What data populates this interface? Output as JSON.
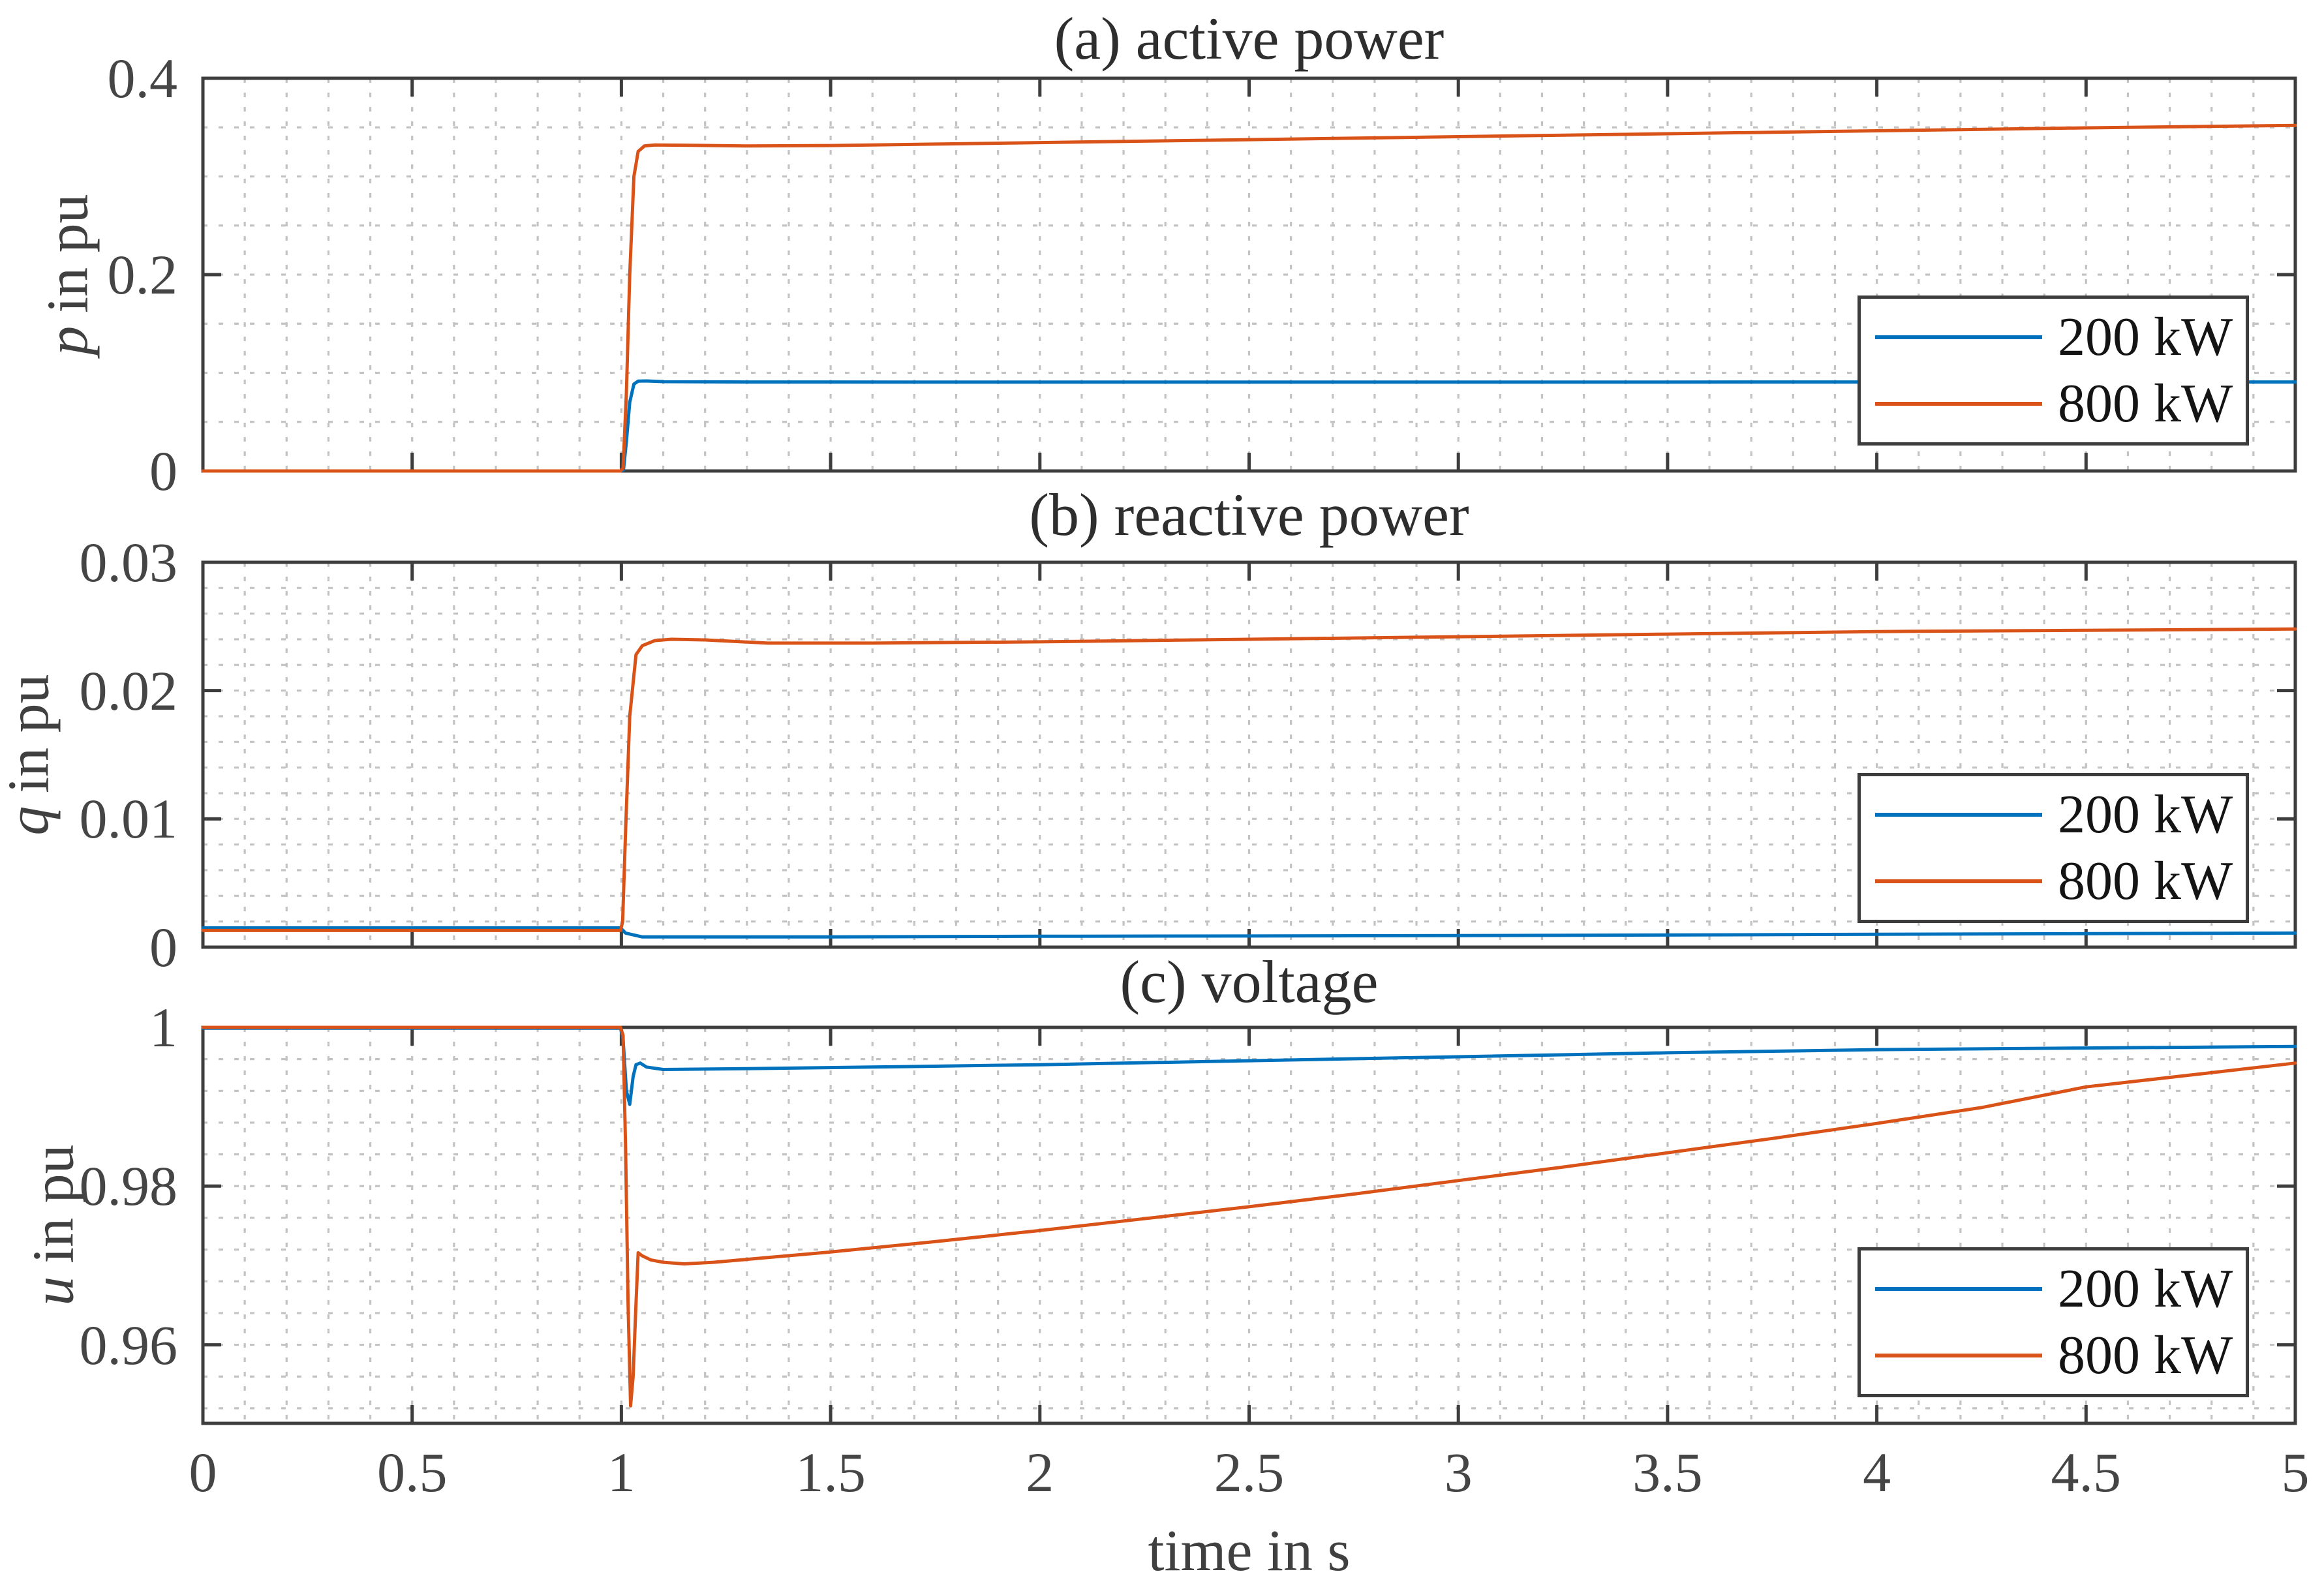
{
  "figure": {
    "xlabel": "time in s",
    "background": "#ffffff",
    "axis_color": "#3d3d3d",
    "grid_color": "#c3c3c3",
    "legend": {
      "position": "bottom-right-of-each-subplot",
      "entries": [
        {
          "label": "200 kW",
          "color": "#0072bd"
        },
        {
          "label": "800 kW",
          "color": "#d95319"
        }
      ]
    },
    "xtick_labels": [
      "0",
      "0.5",
      "1",
      "1.5",
      "2",
      "2.5",
      "3",
      "3.5",
      "4",
      "4.5",
      "5"
    ]
  },
  "chart_data": [
    {
      "id": "a",
      "type": "line",
      "title": "(a) active power",
      "ylabel": {
        "var": "p",
        "unit": "in pu"
      },
      "xlim": [
        0,
        5
      ],
      "ylim": [
        0,
        0.4
      ],
      "yticks": [
        {
          "value": 0,
          "label": "0"
        },
        {
          "value": 0.2,
          "label": "0.2"
        },
        {
          "value": 0.4,
          "label": "0.4"
        }
      ],
      "xticks": [
        0,
        0.5,
        1,
        1.5,
        2,
        2.5,
        3,
        3.5,
        4,
        4.5,
        5
      ],
      "grid": {
        "style": "dotted",
        "x_minor": 0.1,
        "y_minor": 0.05
      },
      "legend_visible": true,
      "series": [
        {
          "name": "200 kW",
          "color": "#0072bd",
          "points": [
            [
              0,
              0
            ],
            [
              0.5,
              0
            ],
            [
              0.998,
              0
            ],
            [
              1.005,
              0.001
            ],
            [
              1.012,
              0.03
            ],
            [
              1.02,
              0.07
            ],
            [
              1.03,
              0.0885
            ],
            [
              1.04,
              0.0915
            ],
            [
              1.06,
              0.0917
            ],
            [
              1.1,
              0.091
            ],
            [
              1.3,
              0.0906
            ],
            [
              2,
              0.0905
            ],
            [
              3,
              0.0905
            ],
            [
              4,
              0.0906
            ],
            [
              5,
              0.0906
            ]
          ]
        },
        {
          "name": "800 kW",
          "color": "#d95319",
          "points": [
            [
              0,
              0
            ],
            [
              0.5,
              0
            ],
            [
              0.998,
              0
            ],
            [
              1.004,
              0.003
            ],
            [
              1.012,
              0.08
            ],
            [
              1.02,
              0.2
            ],
            [
              1.03,
              0.3
            ],
            [
              1.04,
              0.3255
            ],
            [
              1.055,
              0.331
            ],
            [
              1.08,
              0.332
            ],
            [
              1.15,
              0.3318
            ],
            [
              1.3,
              0.331
            ],
            [
              1.5,
              0.3315
            ],
            [
              2,
              0.3345
            ],
            [
              2.5,
              0.3375
            ],
            [
              3,
              0.3405
            ],
            [
              3.5,
              0.3435
            ],
            [
              4,
              0.3465
            ],
            [
              4.5,
              0.3495
            ],
            [
              5,
              0.352
            ]
          ]
        }
      ]
    },
    {
      "id": "b",
      "type": "line",
      "title": "(b) reactive power",
      "ylabel": {
        "var": "q",
        "unit": "in pu"
      },
      "xlim": [
        0,
        5
      ],
      "ylim": [
        0,
        0.03
      ],
      "yticks": [
        {
          "value": 0,
          "label": "0"
        },
        {
          "value": 0.01,
          "label": "0.01"
        },
        {
          "value": 0.02,
          "label": "0.02"
        },
        {
          "value": 0.03,
          "label": "0.03"
        }
      ],
      "xticks": [
        0,
        0.5,
        1,
        1.5,
        2,
        2.5,
        3,
        3.5,
        4,
        4.5,
        5
      ],
      "grid": {
        "style": "dotted",
        "x_minor": 0.1,
        "y_minor": 0.002
      },
      "legend_visible": true,
      "series": [
        {
          "name": "200 kW",
          "color": "#0072bd",
          "points": [
            [
              0,
              0.0015
            ],
            [
              0.5,
              0.0015
            ],
            [
              0.998,
              0.0015
            ],
            [
              1.01,
              0.0011
            ],
            [
              1.05,
              0.0008
            ],
            [
              1.5,
              0.0008
            ],
            [
              2,
              0.00085
            ],
            [
              3,
              0.0009
            ],
            [
              4,
              0.001
            ],
            [
              5,
              0.0011
            ]
          ]
        },
        {
          "name": "800 kW",
          "color": "#d95319",
          "points": [
            [
              0,
              0.0013
            ],
            [
              0.5,
              0.0013
            ],
            [
              0.998,
              0.0013
            ],
            [
              1.003,
              0.002
            ],
            [
              1.01,
              0.009
            ],
            [
              1.02,
              0.018
            ],
            [
              1.035,
              0.0228
            ],
            [
              1.05,
              0.0235
            ],
            [
              1.08,
              0.0239
            ],
            [
              1.12,
              0.024
            ],
            [
              1.2,
              0.02395
            ],
            [
              1.35,
              0.0237
            ],
            [
              1.6,
              0.0237
            ],
            [
              2,
              0.0238
            ],
            [
              2.5,
              0.024
            ],
            [
              3,
              0.0242
            ],
            [
              3.5,
              0.0244
            ],
            [
              4,
              0.0246
            ],
            [
              4.5,
              0.0247
            ],
            [
              5,
              0.0248
            ]
          ]
        }
      ]
    },
    {
      "id": "c",
      "type": "line",
      "title": "(c) voltage",
      "ylabel": {
        "var": "u",
        "unit": "in pu"
      },
      "xlabel": "time in s",
      "xlim": [
        0,
        5
      ],
      "ylim": [
        0.9501,
        1.0
      ],
      "yticks": [
        {
          "value": 0.96,
          "label": "0.96"
        },
        {
          "value": 0.98,
          "label": "0.98"
        },
        {
          "value": 1,
          "label": "1"
        }
      ],
      "xticks": [
        0,
        0.5,
        1,
        1.5,
        2,
        2.5,
        3,
        3.5,
        4,
        4.5,
        5
      ],
      "xtick_labels": [
        "0",
        "0.5",
        "1",
        "1.5",
        "2",
        "2.5",
        "3",
        "3.5",
        "4",
        "4.5",
        "5"
      ],
      "grid": {
        "style": "dotted",
        "x_minor": 0.1,
        "y_minor": 0.004
      },
      "legend_visible": true,
      "series": [
        {
          "name": "200 kW",
          "color": "#0072bd",
          "points": [
            [
              0,
              0.9999
            ],
            [
              0.5,
              0.9999
            ],
            [
              0.998,
              0.9999
            ],
            [
              1.004,
              0.9985
            ],
            [
              1.012,
              0.992
            ],
            [
              1.02,
              0.9903
            ],
            [
              1.028,
              0.9938
            ],
            [
              1.035,
              0.9953
            ],
            [
              1.045,
              0.9955
            ],
            [
              1.06,
              0.995
            ],
            [
              1.1,
              0.9947
            ],
            [
              1.3,
              0.9948
            ],
            [
              1.6,
              0.995
            ],
            [
              2,
              0.9953
            ],
            [
              2.5,
              0.9958
            ],
            [
              3,
              0.9963
            ],
            [
              3.5,
              0.9968
            ],
            [
              4,
              0.9972
            ],
            [
              4.5,
              0.9974
            ],
            [
              5,
              0.9976
            ]
          ]
        },
        {
          "name": "800 kW",
          "color": "#d95319",
          "points": [
            [
              0,
              1.0
            ],
            [
              0.5,
              1.0
            ],
            [
              0.998,
              1.0
            ],
            [
              1.004,
              0.999
            ],
            [
              1.01,
              0.985
            ],
            [
              1.016,
              0.965
            ],
            [
              1.022,
              0.9523
            ],
            [
              1.028,
              0.956
            ],
            [
              1.034,
              0.964
            ],
            [
              1.04,
              0.9716
            ],
            [
              1.05,
              0.9712
            ],
            [
              1.07,
              0.9707
            ],
            [
              1.1,
              0.9704
            ],
            [
              1.15,
              0.9702
            ],
            [
              1.22,
              0.9704
            ],
            [
              1.35,
              0.971
            ],
            [
              1.5,
              0.9717
            ],
            [
              1.75,
              0.973
            ],
            [
              2,
              0.9744
            ],
            [
              2.25,
              0.9759
            ],
            [
              2.5,
              0.9774
            ],
            [
              2.75,
              0.979
            ],
            [
              3,
              0.9807
            ],
            [
              3.25,
              0.9824
            ],
            [
              3.5,
              0.9842
            ],
            [
              3.75,
              0.986
            ],
            [
              4,
              0.9879
            ],
            [
              4.25,
              0.9899
            ],
            [
              4.5,
              0.9925
            ],
            [
              4.75,
              0.994
            ],
            [
              5,
              0.9955
            ]
          ]
        }
      ]
    }
  ]
}
